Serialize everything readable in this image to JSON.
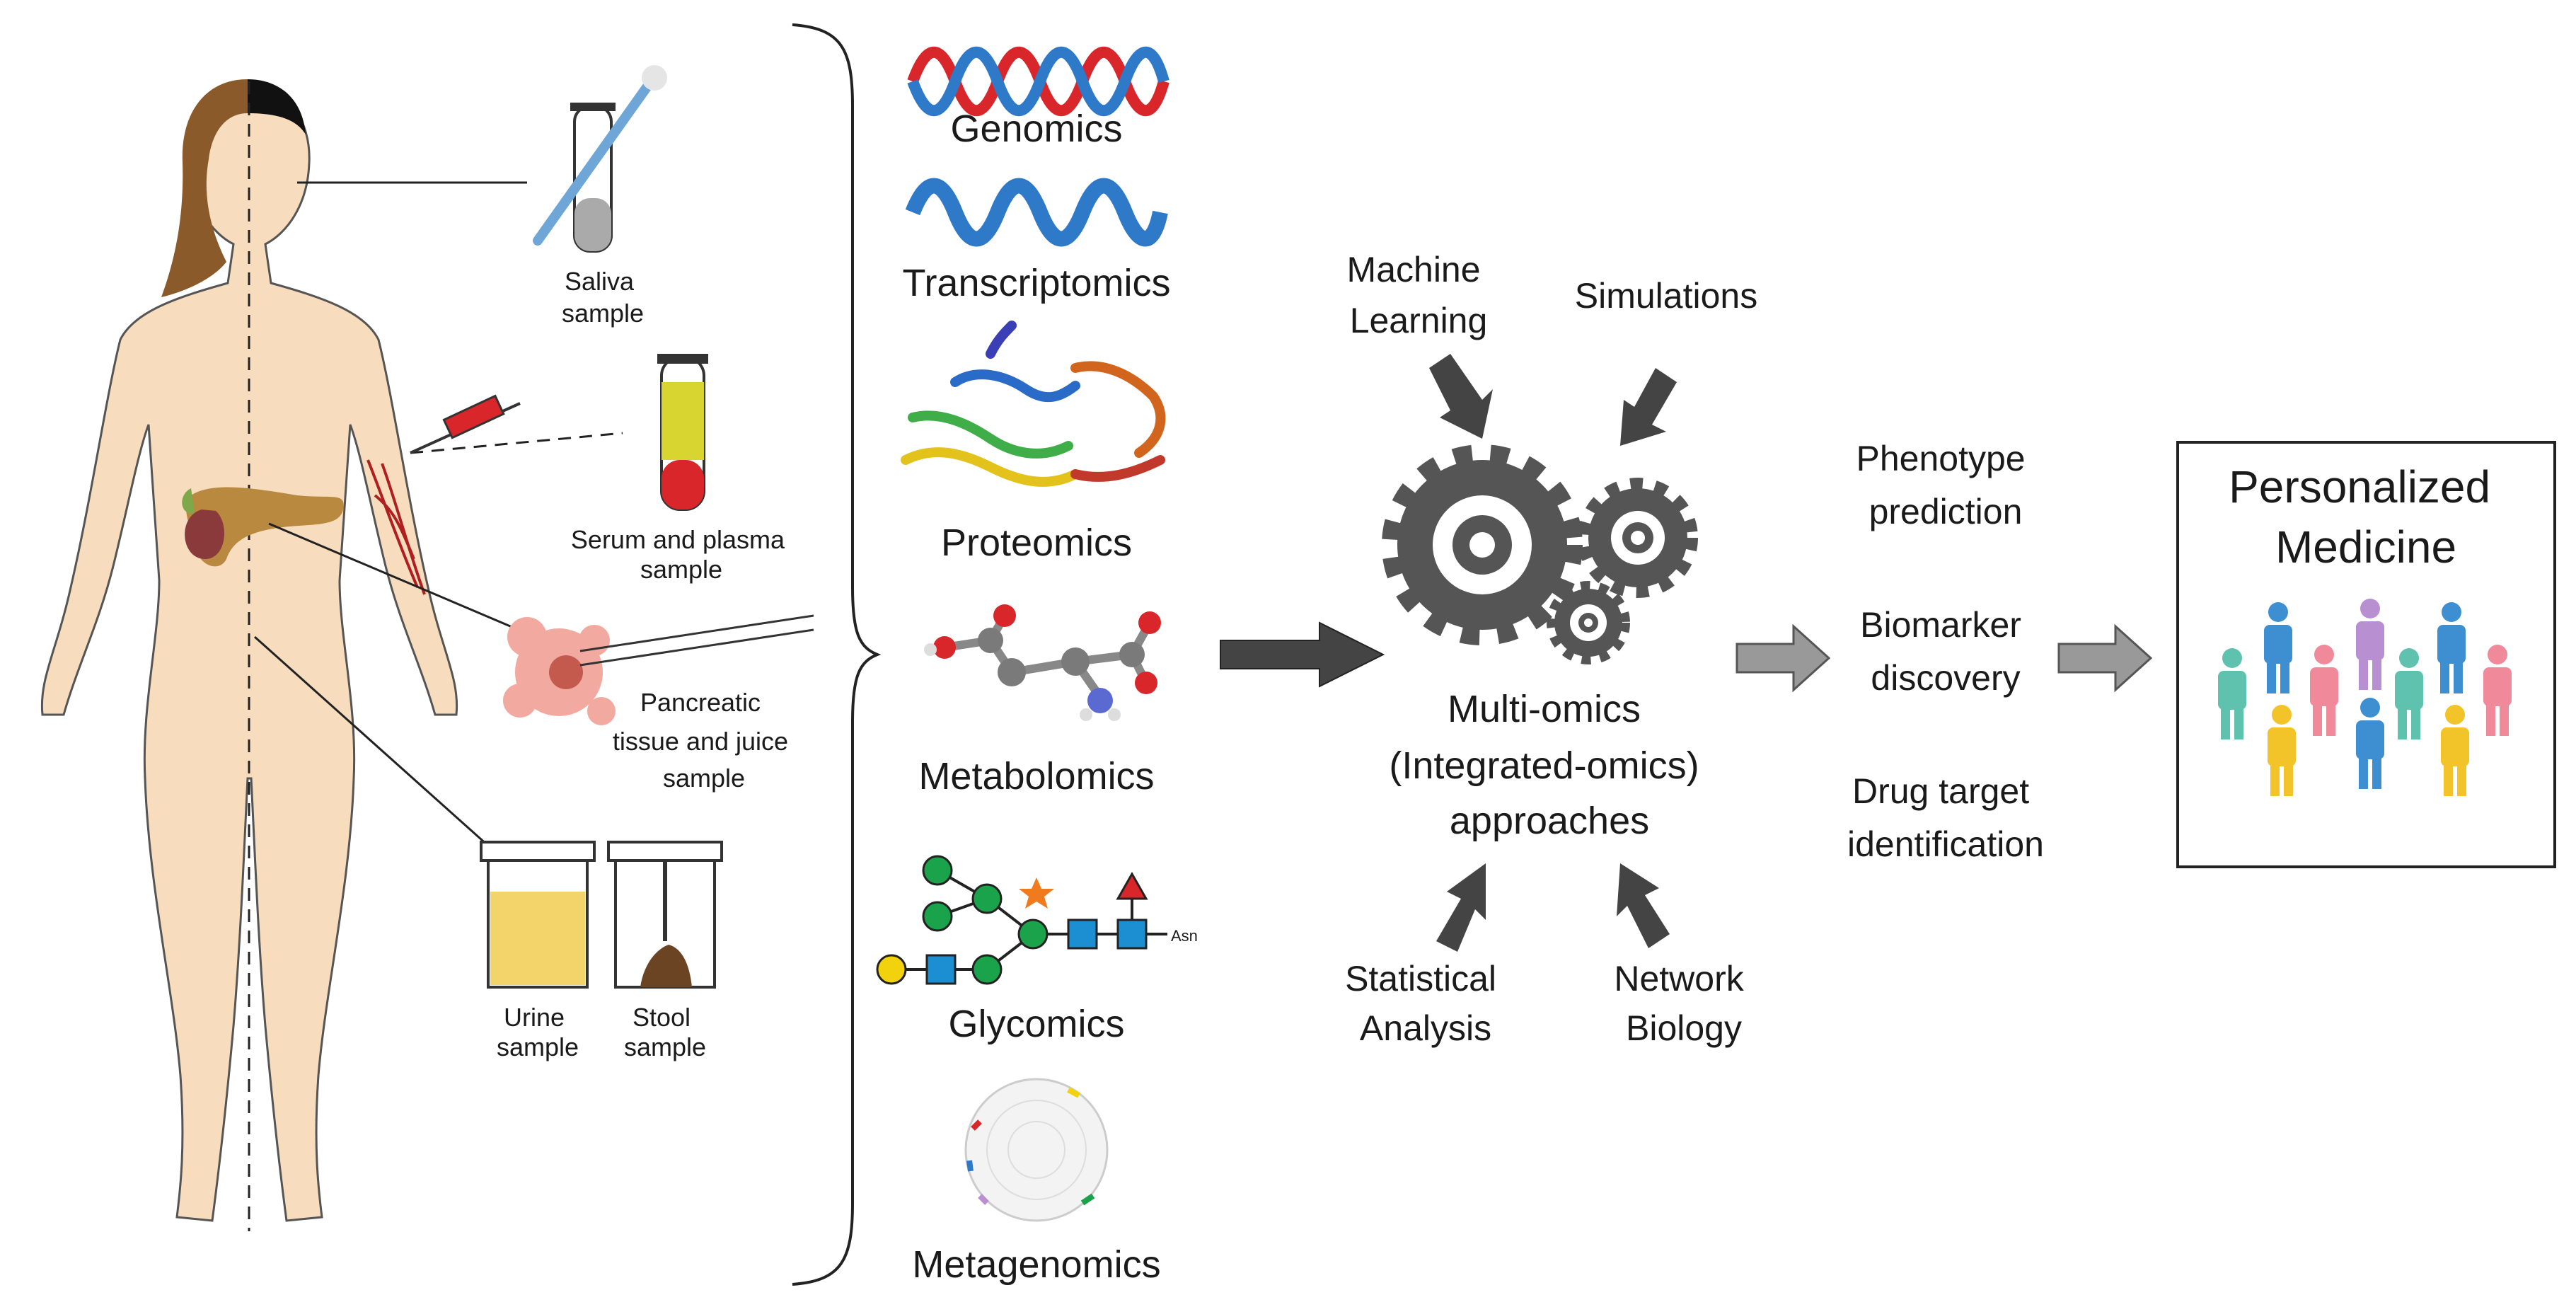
{
  "samples": {
    "saliva": [
      "Saliva",
      "sample"
    ],
    "serum": [
      "Serum and plasma",
      "sample"
    ],
    "pancreatic": [
      "Pancreatic",
      "tissue and juice",
      "sample"
    ],
    "urine": [
      "Urine",
      "sample"
    ],
    "stool": [
      "Stool",
      "sample"
    ]
  },
  "omics": {
    "genomics": "Genomics",
    "transcriptomics": "Transcriptomics",
    "proteomics": "Proteomics",
    "metabolomics": "Metabolomics",
    "glycomics": "Glycomics",
    "metagenomics": "Metagenomics",
    "glycan_asn": "Asn"
  },
  "methods": {
    "machine_learning": [
      "Machine",
      "Learning"
    ],
    "simulations": "Simulations",
    "statistical_analysis": [
      "Statistical",
      "Analysis"
    ],
    "network_biology": [
      "Network",
      "Biology"
    ]
  },
  "integration": [
    "Multi-omics",
    "(Integrated-omics)",
    "approaches"
  ],
  "outcomes": {
    "phenotype": [
      "Phenotype",
      "prediction"
    ],
    "biomarker": [
      "Biomarker",
      "discovery"
    ],
    "drug_target": [
      "Drug target",
      "identification"
    ]
  },
  "result": [
    "Personalized",
    "Medicine"
  ],
  "colors": {
    "skin": "#f7dcbd",
    "hair_brown": "#8b5a2b",
    "hair_black": "#111111",
    "pancreas": "#b8893e",
    "blood": "#d9262b",
    "serum_yellow": "#d8d531",
    "urine_yellow": "#f2d46a",
    "arrow_dark": "#444444",
    "arrow_light": "#999999",
    "gear": "#555555",
    "dna_red": "#d9262b",
    "dna_blue": "#2f79c9",
    "glycan_green": "#1aa34a",
    "glycan_blue": "#1b8fd1",
    "glycan_yellow": "#f2d20c",
    "glycan_red": "#d9262b",
    "glycan_orange": "#f07a1e"
  },
  "people_colors": [
    "#5fc2ae",
    "#3d8fd1",
    "#f08a9a",
    "#b88fd1",
    "#5fc2ae",
    "#3d8fd1",
    "#f08a9a",
    "#f2c42a",
    "#3d8fd1",
    "#f2c42a"
  ]
}
